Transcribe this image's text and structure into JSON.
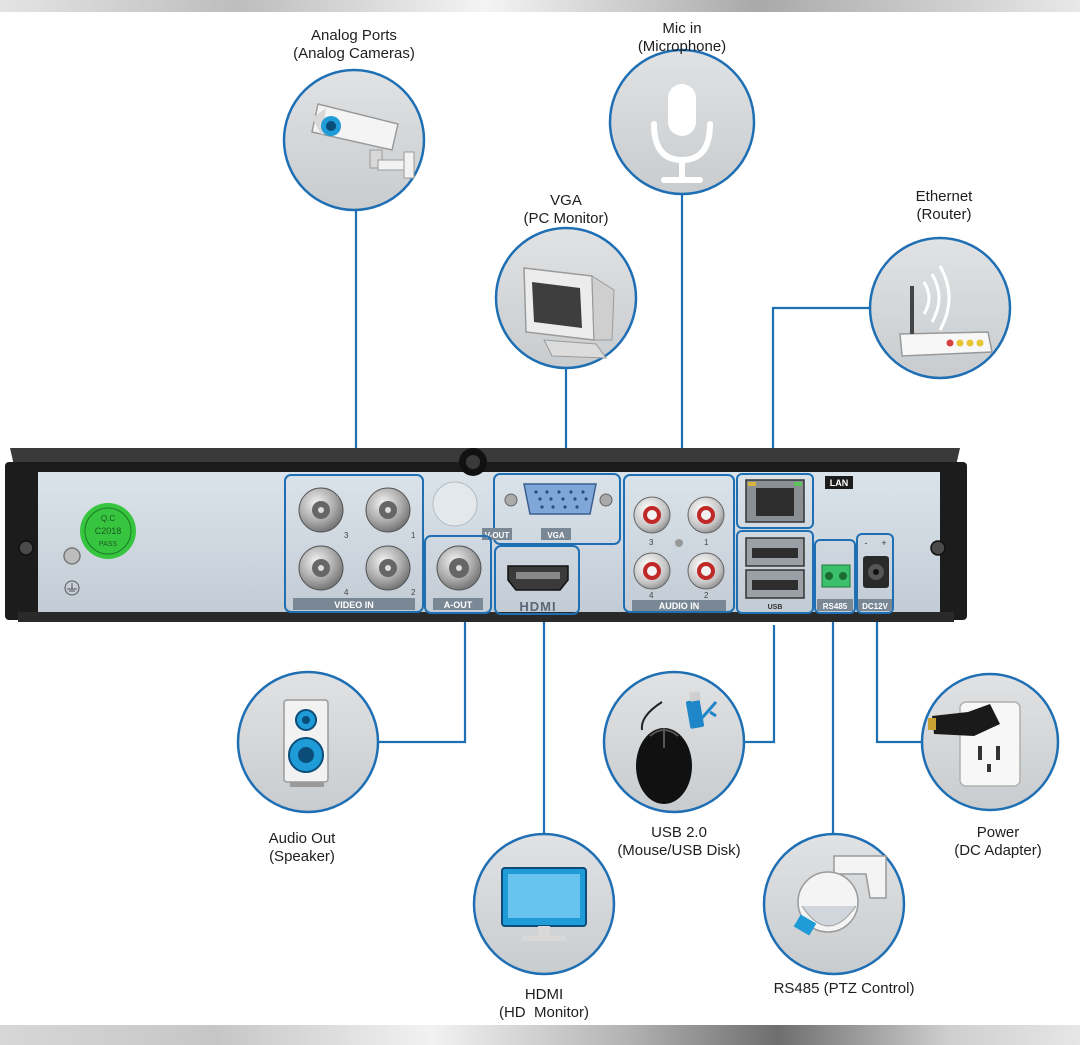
{
  "panel": {
    "video_in": "VIDEO IN",
    "v_out": "V-OUT",
    "vga": "VGA",
    "a_out": "A-OUT",
    "hdmi": "HDMI",
    "audio_in": "AUDIO IN",
    "lan": "LAN",
    "usb": "USB",
    "rs485": "RS485",
    "dc12v": "DC12V",
    "stamp": [
      "Q.C",
      "C2018",
      "PASS"
    ],
    "port_numbers": {
      "video_top_left": "3",
      "video_top_right": "1",
      "video_bottom_left": "4",
      "video_bottom_right": "2",
      "audio_top_left": "3",
      "audio_top_right": "1",
      "audio_bottom_left": "4",
      "audio_bottom_right": "2"
    },
    "power_pins": [
      "-",
      "+"
    ]
  },
  "callouts": {
    "analog_ports": [
      "Analog Ports",
      "(Analog Cameras)"
    ],
    "mic_in": [
      "Mic in",
      "(Microphone)"
    ],
    "vga": [
      "VGA",
      "(PC Monitor)"
    ],
    "ethernet": [
      "Ethernet",
      "(Router)"
    ],
    "audio_out": [
      "Audio Out",
      "(Speaker)"
    ],
    "usb": [
      "USB 2.0",
      "(Mouse/USB Disk)"
    ],
    "power": [
      "Power",
      "(DC Adapter)"
    ],
    "hdmi": [
      "HDMI",
      "(HD  Monitor)"
    ],
    "rs485": [
      "RS485 (PTZ Control)"
    ]
  },
  "colors": {
    "accent": "#1f6fb4",
    "circle_fill": "#d5d7d9",
    "panel_fill": "#cfd8e0",
    "chassis": "#1c1c1c",
    "stamp": "#37c53f"
  }
}
